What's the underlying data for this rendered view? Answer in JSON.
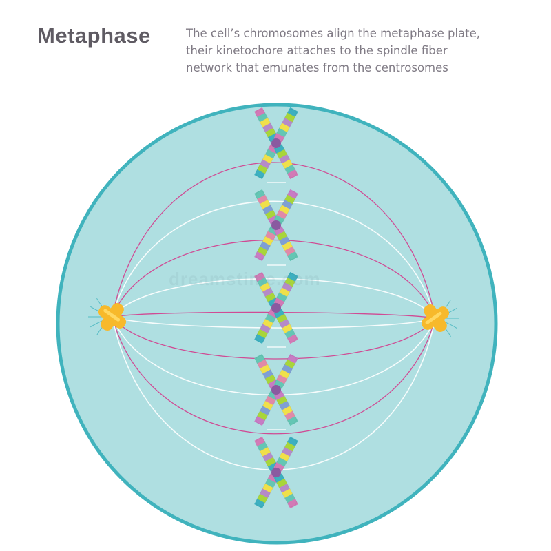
{
  "title": "Metaphase",
  "description": [
    "The cell’s chromosomes align the metaphase plate,",
    "their kinetochore attaches to the spindle fiber",
    "network that emunates from the centrosomes"
  ],
  "watermark": "dreamstime.com",
  "chromosome_count": 5,
  "centrosome_count": 2,
  "colors": {
    "title": "#5f5b63",
    "description": "#807b85",
    "cell_fill": "#afdfe1",
    "cell_outline": "#40b3bd",
    "spindle_magenta": "#d43b8c",
    "spindle_white": "#ffffff",
    "centrosome": "#f7b92b",
    "centrosome_light": "#ffd862",
    "centromere": "#8a5aa0",
    "chromosome_bands_a": [
      "#3db0c0",
      "#a8d53a",
      "#b58ac8",
      "#f0e04a",
      "#64c6b4",
      "#d27ab6"
    ],
    "chromosome_bands_b": [
      "#c77cc4",
      "#a8d53a",
      "#7f9fd4",
      "#f0e04a",
      "#e08aa8",
      "#64c6b4"
    ]
  }
}
